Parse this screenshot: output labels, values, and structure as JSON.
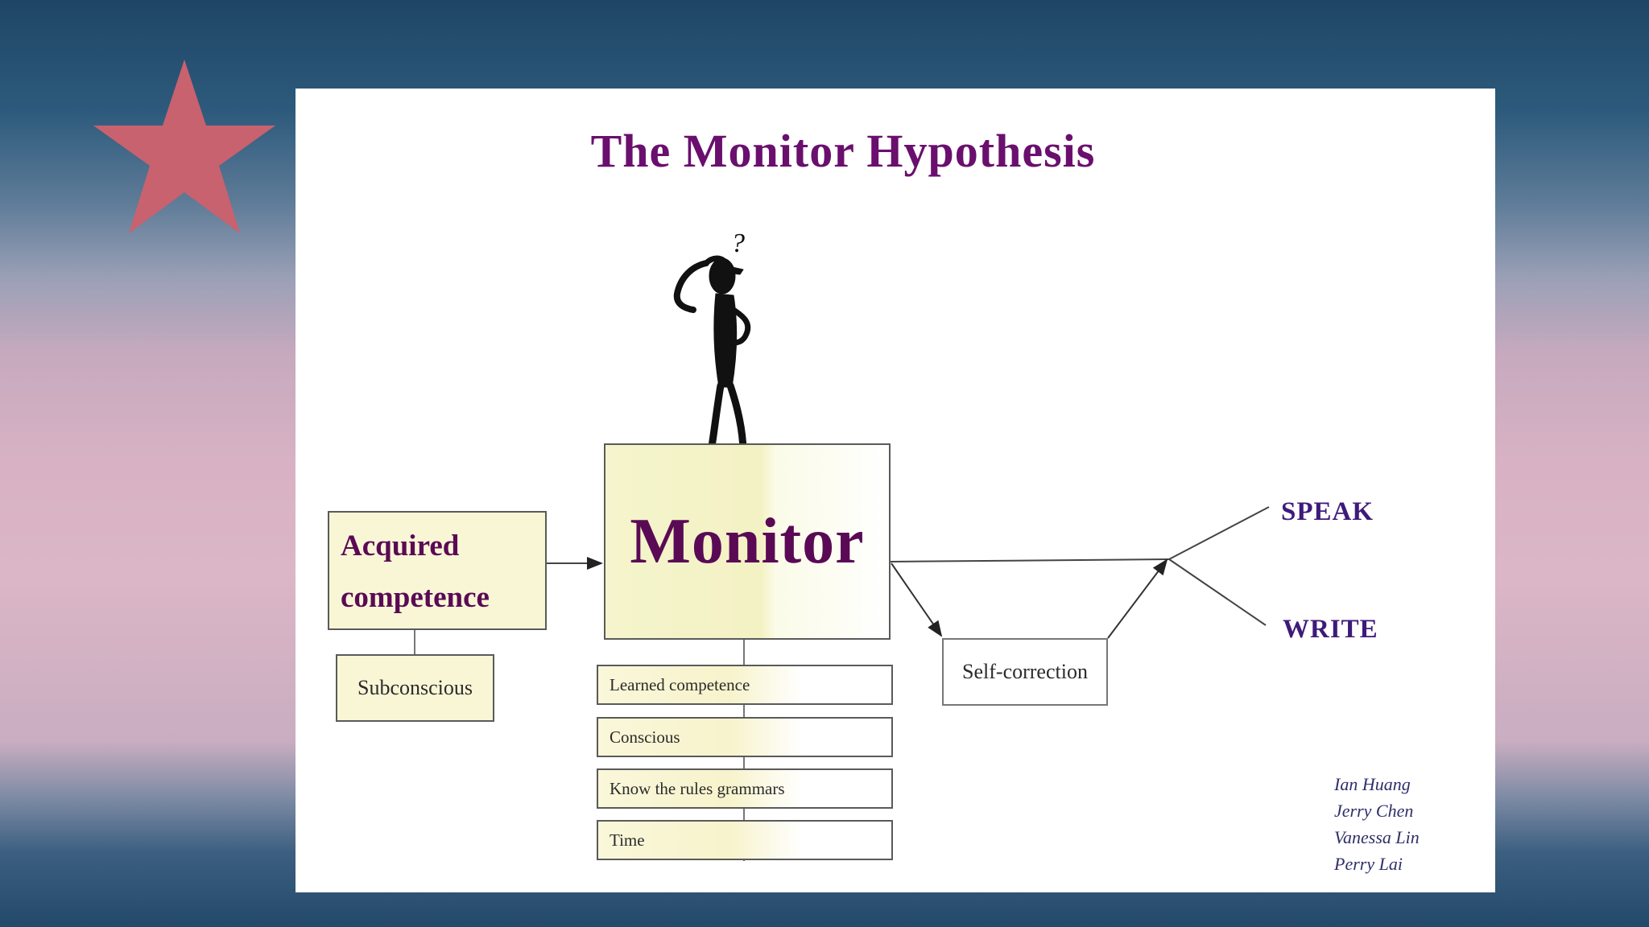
{
  "title": "The Monitor Hypothesis",
  "thinking_figure": {
    "icon": "thinking-stick-figure-icon",
    "question_mark": "?"
  },
  "boxes": {
    "monitor": "Monitor",
    "acquired_line1": "Acquired",
    "acquired_line2": "competence",
    "subconscious": "Subconscious",
    "learned_stack": [
      "Learned competence",
      "Conscious",
      "Know the rules grammars",
      "Time"
    ],
    "self_correction": "Self-correction"
  },
  "outputs": {
    "speak": "SPEAK",
    "write": "WRITE"
  },
  "credits": [
    "Ian Huang",
    "Jerry Chen",
    "Vanessa Lin",
    "Perry Lai"
  ],
  "colors": {
    "title": "#6a0f6e",
    "monitor_text": "#5a0a55",
    "box_fill": "#f7f3cc",
    "output_text": "#3e1a7a",
    "star": "#c8626e"
  }
}
